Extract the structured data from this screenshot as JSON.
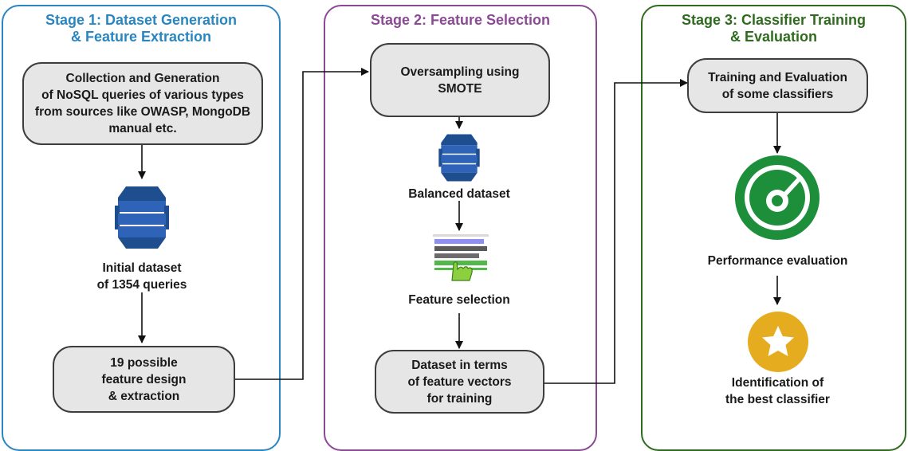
{
  "stages": [
    {
      "title": "Stage 1: Dataset Generation\n& Feature Extraction",
      "color": "#2a86c1"
    },
    {
      "title": "Stage 2: Feature Selection",
      "color": "#8a4a94"
    },
    {
      "title": "Stage 3: Classifier Training\n& Evaluation",
      "color": "#2f6b1f"
    }
  ],
  "nodes": {
    "collection": "Collection and Generation\nof NoSQL queries of various types\nfrom sources like OWASP, MongoDB\nmanual etc.",
    "feature_design": "19 possible\nfeature design\n& extraction",
    "oversampling": "Oversampling using\nSMOTE",
    "dataset_vectors": "Dataset in terms\nof feature vectors\nfor training",
    "training": "Training and Evaluation\nof some classifiers"
  },
  "captions": {
    "initial_dataset": "Initial dataset\nof 1354 queries",
    "balanced_dataset": "Balanced dataset",
    "feature_selection": "Feature selection",
    "performance": "Performance evaluation",
    "best_classifier": "Identification of\nthe best classifier"
  },
  "icons": {
    "database": "database-icon",
    "feature_list": "feature-selection-icon",
    "gauge": "performance-gauge-icon",
    "star": "star-badge-icon"
  },
  "colors": {
    "db_blue": "#2e63b8",
    "gauge_green": "#1d8f3a",
    "star_gold": "#e5ac1f",
    "node_fill": "#e6e6e6"
  }
}
